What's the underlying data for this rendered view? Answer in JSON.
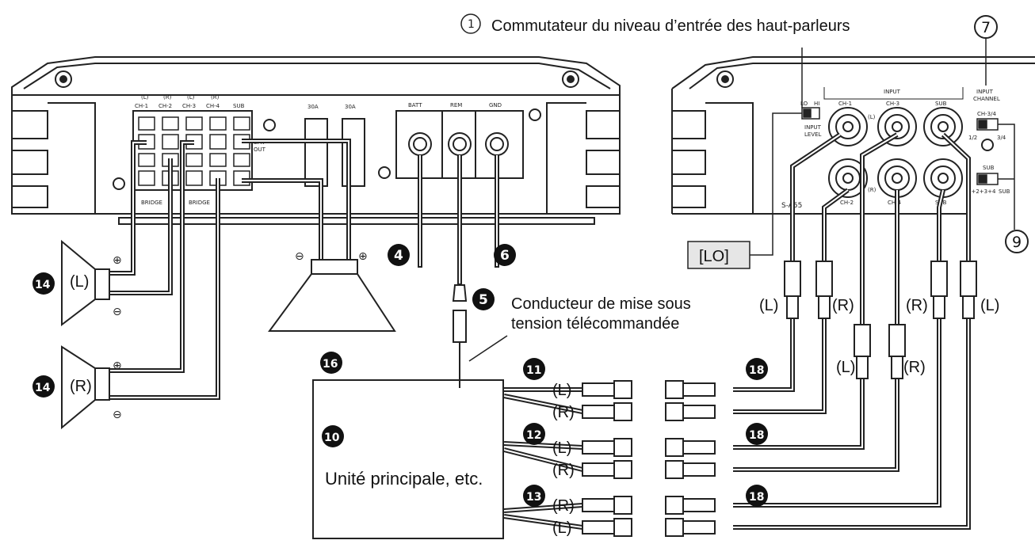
{
  "title_note": "Commutateur du niveau d’entrée des haut-parleurs",
  "callouts": {
    "n1": "1",
    "n4": "4",
    "n5": "5",
    "n6": "6",
    "n7": "7",
    "n9": "9",
    "n10": "10",
    "n11": "11",
    "n12": "12",
    "n13": "13",
    "n14a": "14",
    "n14b": "14",
    "n16": "16",
    "n18a": "18",
    "n18b": "18",
    "n18c": "18"
  },
  "amp_left": {
    "channel_top": [
      "(L)",
      "(R)",
      "(L)",
      "(R)"
    ],
    "channels": [
      "CH-1",
      "CH-2",
      "CH-3",
      "CH-4",
      "SUB"
    ],
    "fuses": [
      "30A",
      "30A"
    ],
    "power": [
      "BATT",
      "REM",
      "GND"
    ],
    "spk_out": [
      "SPK",
      "OUT"
    ],
    "bridge": [
      "BRIDGE",
      "BRIDGE"
    ]
  },
  "amp_right": {
    "input_header": "INPUT",
    "jacks": [
      "CH-1",
      "CH-3",
      "SUB",
      "CH-2",
      "CH-4",
      "SUB"
    ],
    "jack_side": [
      "(L)",
      "(R)"
    ],
    "input_level": [
      "INPUT",
      "LEVEL"
    ],
    "level_marks": [
      "LO",
      "HI"
    ],
    "input_channel": [
      "INPUT",
      "CHANNEL"
    ],
    "ch34": "CH-3/4",
    "ch_marks": [
      "1/2",
      "3/4"
    ],
    "sub": "SUB",
    "sub_marks": [
      "1+2+3+4",
      "SUB"
    ],
    "model": "S-A55"
  },
  "lo_box": "[LO]",
  "remote_label": [
    "Conducteur de mise sous",
    "tension télécommandée"
  ],
  "head_unit": "Unité principale, etc.",
  "speakers": [
    "(L)",
    "(R)"
  ],
  "polarity": {
    "plus": "⊕",
    "minus": "⊖"
  },
  "rca_labels": {
    "top_pair": [
      "(L)",
      "(R)"
    ],
    "mid_pair": [
      "(L)",
      "(R)"
    ],
    "sub_pair": [
      "(R)",
      "(L)"
    ],
    "row11": [
      "(L)",
      "(R)"
    ],
    "row12": [
      "(L)",
      "(R)"
    ],
    "row13": [
      "(R)",
      "(L)"
    ]
  }
}
